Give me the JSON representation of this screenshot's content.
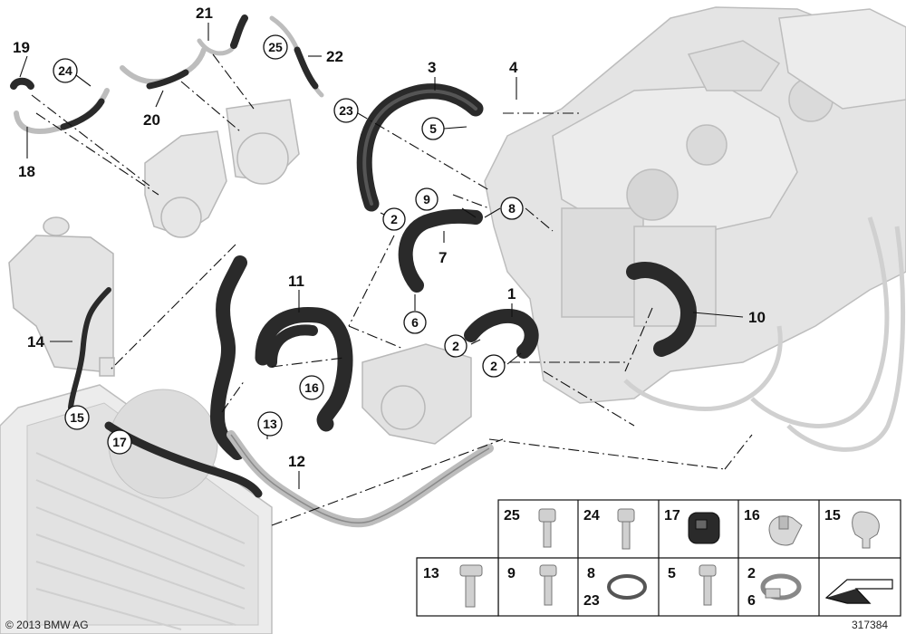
{
  "diagram": {
    "copyright": "© 2013 BMW AG",
    "image_number": "317384",
    "callouts": {
      "c1": "1",
      "c3": "3",
      "c4": "4",
      "c7": "7",
      "c10": "10",
      "c11": "11",
      "c12": "12",
      "c14": "14",
      "c18": "18",
      "c19": "19",
      "c20": "20",
      "c21": "21",
      "c22": "22"
    },
    "circled": {
      "k2a": "2",
      "k2b": "2",
      "k2c": "2",
      "k5": "5",
      "k6": "6",
      "k8": "8",
      "k9": "9",
      "k13": "13",
      "k15": "15",
      "k16": "16",
      "k17": "17",
      "k23": "23",
      "k24": "24",
      "k25": "25"
    },
    "parts_table": {
      "row1": [
        "25",
        "24",
        "17",
        "16",
        "15"
      ],
      "row2": [
        "13",
        "9",
        "8",
        "5",
        "2"
      ],
      "row2_second": {
        "col3": "23",
        "col5": "6"
      }
    }
  }
}
